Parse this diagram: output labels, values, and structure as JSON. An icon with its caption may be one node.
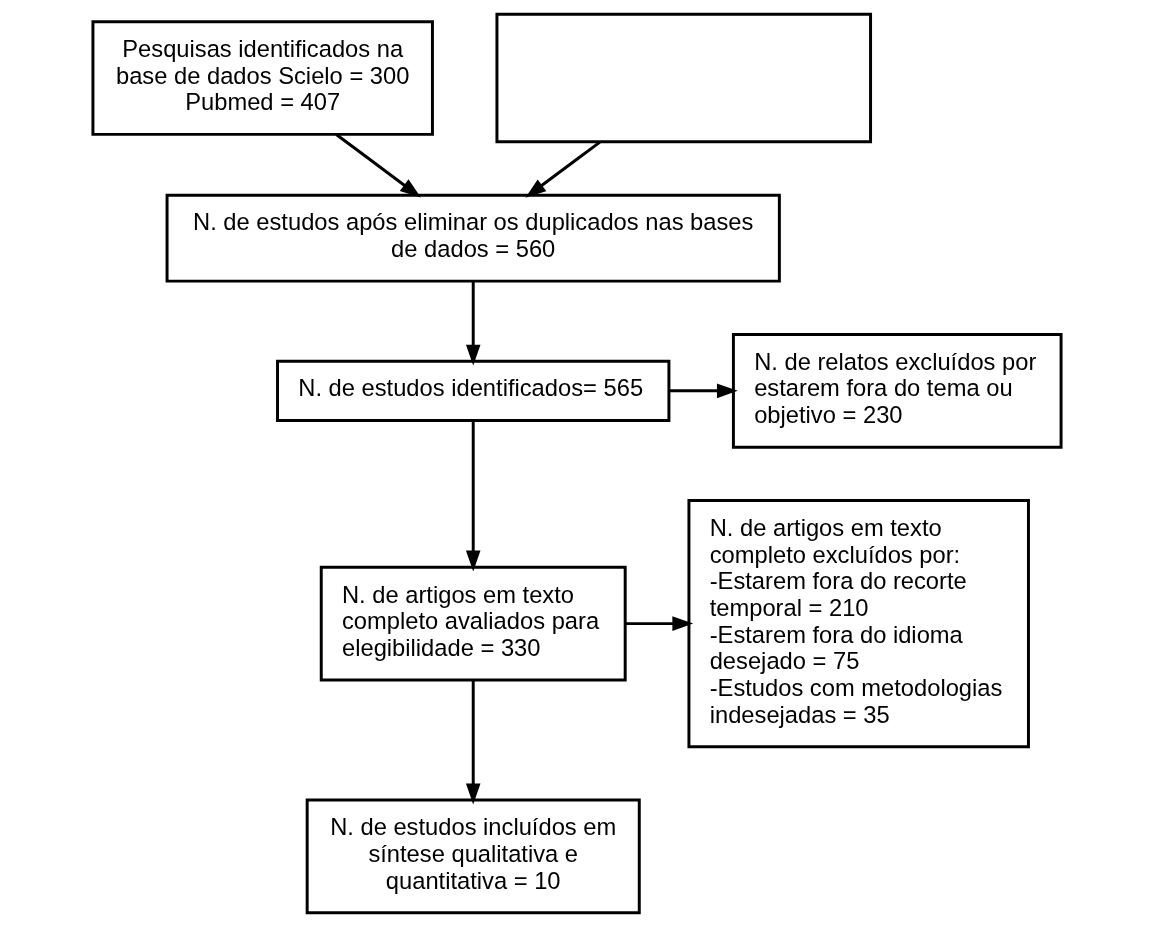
{
  "diagram": {
    "nodes": [
      {
        "text": [
          "Pesquisas identificados na base de dados Scielo = 300",
          "Pubmed = 407"
        ]
      },
      {
        "text": [],
        "shape": "box"
      },
      {
        "text": [
          "N. de estudos após eliminar os duplicados nas bases de dados = 560"
        ]
      },
      {
        "text": [
          "N. de estudos identificados= 565"
        ]
      },
      {
        "text": [
          "N. de relatos excluídos por estarem fora do tema ou objetivo = 230"
        ]
      },
      {
        "text": [
          "N. de artigos em texto completo avaliados para elegibilidade = 330"
        ]
      },
      {
        "text": [
          "N. de artigos em texto completo excluídos por:",
          "-Estarem fora do recorte temporal = 210",
          "-Estarem fora do idioma desejado = 75",
          "-Estudos com metodologias indesejadas = 35"
        ]
      },
      {
        "text": [
          "N. de estudos incluídos em síntese qualitativa e quantitativa = 10"
        ]
      }
    ],
    "edges": [
      {
        "from": 0,
        "to": 2,
        "arrow": "to"
      },
      {
        "from": 1,
        "to": 2,
        "arrow": "to"
      },
      {
        "from": 2,
        "to": 3,
        "arrow": "to"
      },
      {
        "from": 3,
        "to": 4,
        "arrow": "to"
      },
      {
        "from": 3,
        "to": 5,
        "arrow": "to"
      },
      {
        "from": 5,
        "to": 6,
        "arrow": "to"
      },
      {
        "from": 5,
        "to": 7,
        "arrow": "to"
      }
    ]
  }
}
